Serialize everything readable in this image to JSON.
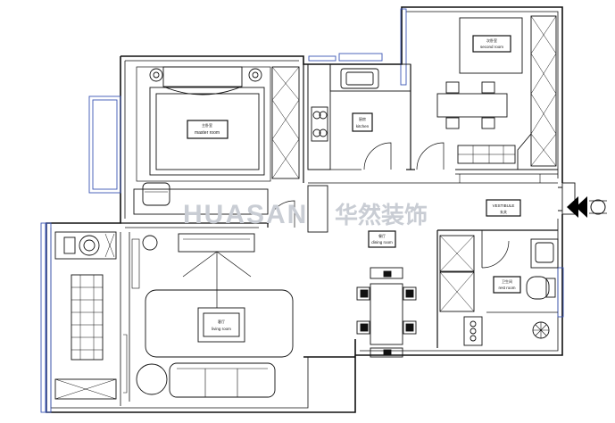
{
  "rooms": {
    "master_room": {
      "code": "主卧室",
      "name": "master room"
    },
    "second_room": {
      "code": "次卧室",
      "name": "second room"
    },
    "kitchen": {
      "code": "厨房",
      "name": "kitchen"
    },
    "vestibule": {
      "code": "玄关",
      "name": "VESTIBULE"
    },
    "dining_room": {
      "code": "餐厅",
      "name": "dining room"
    },
    "living_room": {
      "code": "客厅",
      "name": "living room"
    },
    "rest_room": {
      "code": "卫生间",
      "name": "rest room"
    }
  },
  "watermark": {
    "latin": "HUASAN",
    "cjk": "华然装饰"
  },
  "colors": {
    "wall": "#111111",
    "window": "#3a55b4",
    "entry_arrow": "#000000",
    "watermark": "#c9cdd4"
  }
}
